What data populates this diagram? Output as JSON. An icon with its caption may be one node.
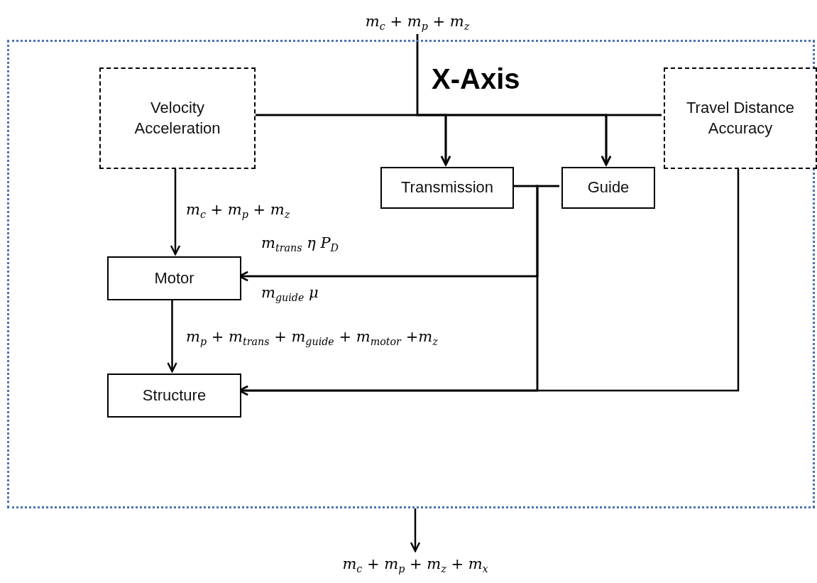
{
  "diagram": {
    "nodes": [
      {
        "text": [
          "X-Axis"
        ]
      },
      {
        "text": [
          "Velocity Acceleration"
        ],
        "in": 0
      },
      {
        "text": [
          "Travel Distance Accuracy"
        ],
        "in": 0
      },
      {
        "text": [
          "Transmission"
        ],
        "in": 0
      },
      {
        "text": [
          "Guide"
        ],
        "in": 0
      },
      {
        "text": [
          "Motor"
        ],
        "in": 0
      },
      {
        "text": [
          "Structure"
        ],
        "in": 0
      },
      {
        "text": [
          "m$_{c}$ + m$_{p}$ + m$_{z}$"
        ]
      },
      {
        "text": [
          "m$_{c}$ + m$_{p}$ + m$_{z}$ + m$_{x}$"
        ]
      }
    ],
    "edges": [
      {
        "from": 7,
        "to": 3,
        "arrow": "to"
      },
      {
        "from": 7,
        "to": 4,
        "arrow": "to"
      },
      {
        "from": 1,
        "to": 3,
        "arrow": "to"
      },
      {
        "from": 1,
        "to": 4,
        "arrow": "to"
      },
      {
        "from": 2,
        "to": 3,
        "arrow": "to"
      },
      {
        "from": 2,
        "to": 4,
        "arrow": "to"
      },
      {
        "from": 1,
        "to": 5,
        "arrow": "to",
        "label": "m$_{c}$ + m$_{p}$ + m$_{z}$"
      },
      {
        "from": 3,
        "to": 5,
        "arrow": "to",
        "label": "m$_{trans}$  η  P$_{D}$"
      },
      {
        "from": 4,
        "to": 5,
        "arrow": "to",
        "label": "m$_{guide}$   μ"
      },
      {
        "from": 5,
        "to": 6,
        "arrow": "to",
        "label": "m$_{p}$ + m$_{trans}$ + m$_{guide}$ + m$_{motor}$ +m$_{z}$"
      },
      {
        "from": 3,
        "to": 6,
        "arrow": "to"
      },
      {
        "from": 4,
        "to": 6,
        "arrow": "to"
      },
      {
        "from": 2,
        "to": 6,
        "arrow": "to"
      },
      {
        "from": 0,
        "to": 8,
        "arrow": "to"
      }
    ]
  }
}
